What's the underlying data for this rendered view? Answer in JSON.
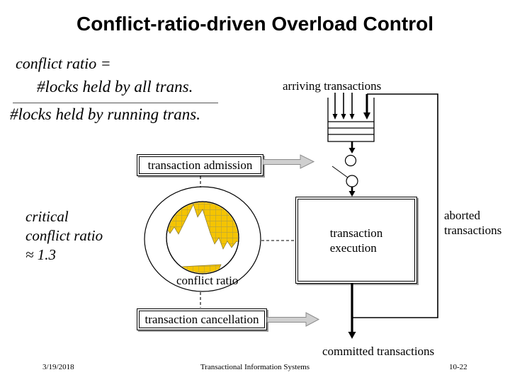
{
  "title": "Conflict-ratio-driven Overload Control",
  "formula": {
    "lhs": "conflict ratio =",
    "numerator": "#locks held by all trans.",
    "denominator": "#locks held by running trans."
  },
  "labels": {
    "arriving": "arriving transactions",
    "aborted_line1": "aborted",
    "aborted_line2": "transactions",
    "committed": "committed transactions",
    "conflict_ratio": "conflict ratio",
    "critical_line1": "critical",
    "critical_line2": "conflict ratio",
    "critical_line3": "≈ 1.3"
  },
  "boxes": {
    "admission": "transaction admission",
    "execution_line1": "transaction",
    "execution_line2": "execution",
    "cancellation": "transaction cancellation"
  },
  "gauge": {
    "name": "conflict-ratio-monitor",
    "fill_color": "#F5C400",
    "grid_color": "#8F8F6A"
  },
  "colors": {
    "line": "#000000",
    "gray_arrow_fill": "#CFCFCF",
    "gray_arrow_stroke": "#8C8C8C",
    "box_shadow": "#9A9A9A"
  },
  "footer": {
    "date": "3/19/2018",
    "center": "Transactional Information Systems",
    "page": "10-22"
  }
}
